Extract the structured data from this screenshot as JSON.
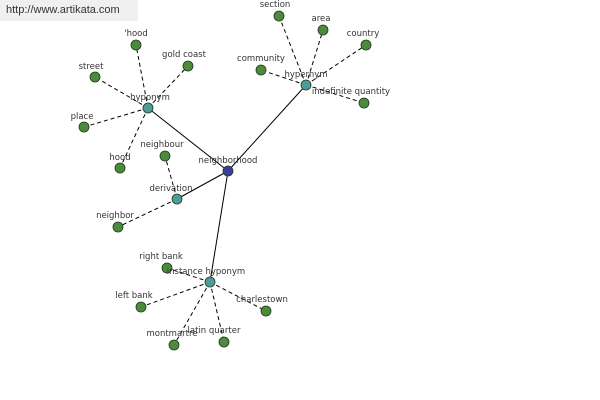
{
  "watermark": "http://www.artikata.com",
  "colors": {
    "root": "#3c3c9a",
    "relation": "#4f9a9a",
    "leaf": "#4c8a3c",
    "edge": "#000000",
    "text": "#333333"
  },
  "nodes": [
    {
      "id": "neighborhood",
      "label": "neighborhood",
      "kind": "root"
    },
    {
      "id": "hyponym",
      "label": "hyponym",
      "kind": "relation"
    },
    {
      "id": "hypernym",
      "label": "hypernym",
      "kind": "relation"
    },
    {
      "id": "derivation",
      "label": "derivation",
      "kind": "relation"
    },
    {
      "id": "instance-hyponym",
      "label": "instance hyponym",
      "kind": "relation"
    },
    {
      "id": "hood-top",
      "label": "'hood",
      "kind": "leaf"
    },
    {
      "id": "gold-coast",
      "label": "gold coast",
      "kind": "leaf"
    },
    {
      "id": "street",
      "label": "street",
      "kind": "leaf"
    },
    {
      "id": "place",
      "label": "place",
      "kind": "leaf"
    },
    {
      "id": "hood",
      "label": "hood",
      "kind": "leaf"
    },
    {
      "id": "section",
      "label": "section",
      "kind": "leaf"
    },
    {
      "id": "area",
      "label": "area",
      "kind": "leaf"
    },
    {
      "id": "country",
      "label": "country",
      "kind": "leaf"
    },
    {
      "id": "community",
      "label": "community",
      "kind": "leaf"
    },
    {
      "id": "indefinite-quantity",
      "label": "indefinite quantity",
      "kind": "leaf"
    },
    {
      "id": "neighbour",
      "label": "neighbour",
      "kind": "leaf"
    },
    {
      "id": "neighbor",
      "label": "neighbor",
      "kind": "leaf"
    },
    {
      "id": "right-bank",
      "label": "right bank",
      "kind": "leaf"
    },
    {
      "id": "left-bank",
      "label": "left bank",
      "kind": "leaf"
    },
    {
      "id": "charlestown",
      "label": "charlestown",
      "kind": "leaf"
    },
    {
      "id": "montmartre",
      "label": "montmartre",
      "kind": "leaf"
    },
    {
      "id": "latin-quarter",
      "label": "latin quarter",
      "kind": "leaf"
    }
  ],
  "edges": [
    {
      "from": "neighborhood",
      "to": "hyponym",
      "style": "solid"
    },
    {
      "from": "neighborhood",
      "to": "hypernym",
      "style": "solid"
    },
    {
      "from": "neighborhood",
      "to": "derivation",
      "style": "solid"
    },
    {
      "from": "neighborhood",
      "to": "instance-hyponym",
      "style": "solid"
    },
    {
      "from": "hyponym",
      "to": "hood-top",
      "style": "dashed"
    },
    {
      "from": "hyponym",
      "to": "gold-coast",
      "style": "dashed"
    },
    {
      "from": "hyponym",
      "to": "street",
      "style": "dashed"
    },
    {
      "from": "hyponym",
      "to": "place",
      "style": "dashed"
    },
    {
      "from": "hyponym",
      "to": "hood",
      "style": "dashed"
    },
    {
      "from": "hypernym",
      "to": "section",
      "style": "dashed"
    },
    {
      "from": "hypernym",
      "to": "area",
      "style": "dashed"
    },
    {
      "from": "hypernym",
      "to": "country",
      "style": "dashed"
    },
    {
      "from": "hypernym",
      "to": "community",
      "style": "dashed"
    },
    {
      "from": "hypernym",
      "to": "indefinite-quantity",
      "style": "dashed"
    },
    {
      "from": "derivation",
      "to": "neighbour",
      "style": "dashed"
    },
    {
      "from": "derivation",
      "to": "neighbor",
      "style": "dashed"
    },
    {
      "from": "instance-hyponym",
      "to": "right-bank",
      "style": "dashed"
    },
    {
      "from": "instance-hyponym",
      "to": "left-bank",
      "style": "dashed"
    },
    {
      "from": "instance-hyponym",
      "to": "charlestown",
      "style": "dashed"
    },
    {
      "from": "instance-hyponym",
      "to": "montmartre",
      "style": "dashed"
    },
    {
      "from": "instance-hyponym",
      "to": "latin-quarter",
      "style": "dashed"
    }
  ]
}
